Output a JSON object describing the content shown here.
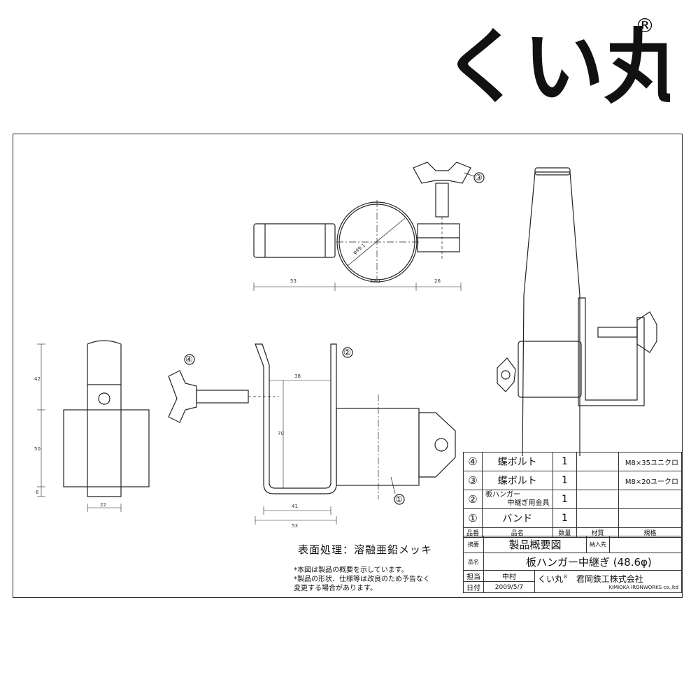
{
  "logo": {
    "text": "くい丸",
    "registered": "®"
  },
  "notes": {
    "surface": "表面処理：溶融亜鉛メッキ",
    "note1": "*本図は製品の概要を示しています。",
    "note2": "*製品の形状、仕様等は改良のため予告なく",
    "note3": "変更する場合があります。"
  },
  "dimensions": {
    "top_view": [
      "53",
      "53.1",
      "26"
    ],
    "diameter": "φ49.1",
    "side_height": [
      "42",
      "50",
      "6"
    ],
    "side_width": "22",
    "front_inner": "38",
    "front_height": "70",
    "front_base": "41",
    "front_total": "53"
  },
  "callouts": [
    "①",
    "②",
    "③",
    "④"
  ],
  "parts": {
    "rows": [
      {
        "num": "④",
        "name": "蝶ボルト",
        "qty": "1",
        "material": "",
        "spec": "M8×35ユニクロ"
      },
      {
        "num": "③",
        "name": "蝶ボルト",
        "qty": "1",
        "material": "",
        "spec": "M8×20ユークロ"
      },
      {
        "num": "②",
        "name_line1": "板ハンガー",
        "name_line2": "中継ぎ用金具",
        "qty": "1",
        "material": "",
        "spec": ""
      },
      {
        "num": "①",
        "name": "バンド",
        "qty": "1",
        "material": "",
        "spec": ""
      }
    ],
    "headers": {
      "num": "品番",
      "name": "品名",
      "qty": "数量",
      "material": "材質",
      "spec": "規格"
    }
  },
  "title_block": {
    "summary_label": "摘要",
    "summary": "製品概要図",
    "delivery_label": "納入先",
    "name_label": "品名",
    "product_name": "板ハンガー中継ぎ (48.6φ)",
    "charge_label": "担当",
    "charge": "中村",
    "brand": "くい丸",
    "brand_mark": "®",
    "company": "君岡鉄工株式会社",
    "company_en": "KIMIOKA IRONWORKS co.,ltd",
    "date_label": "日付",
    "date": "2009/5/7"
  }
}
